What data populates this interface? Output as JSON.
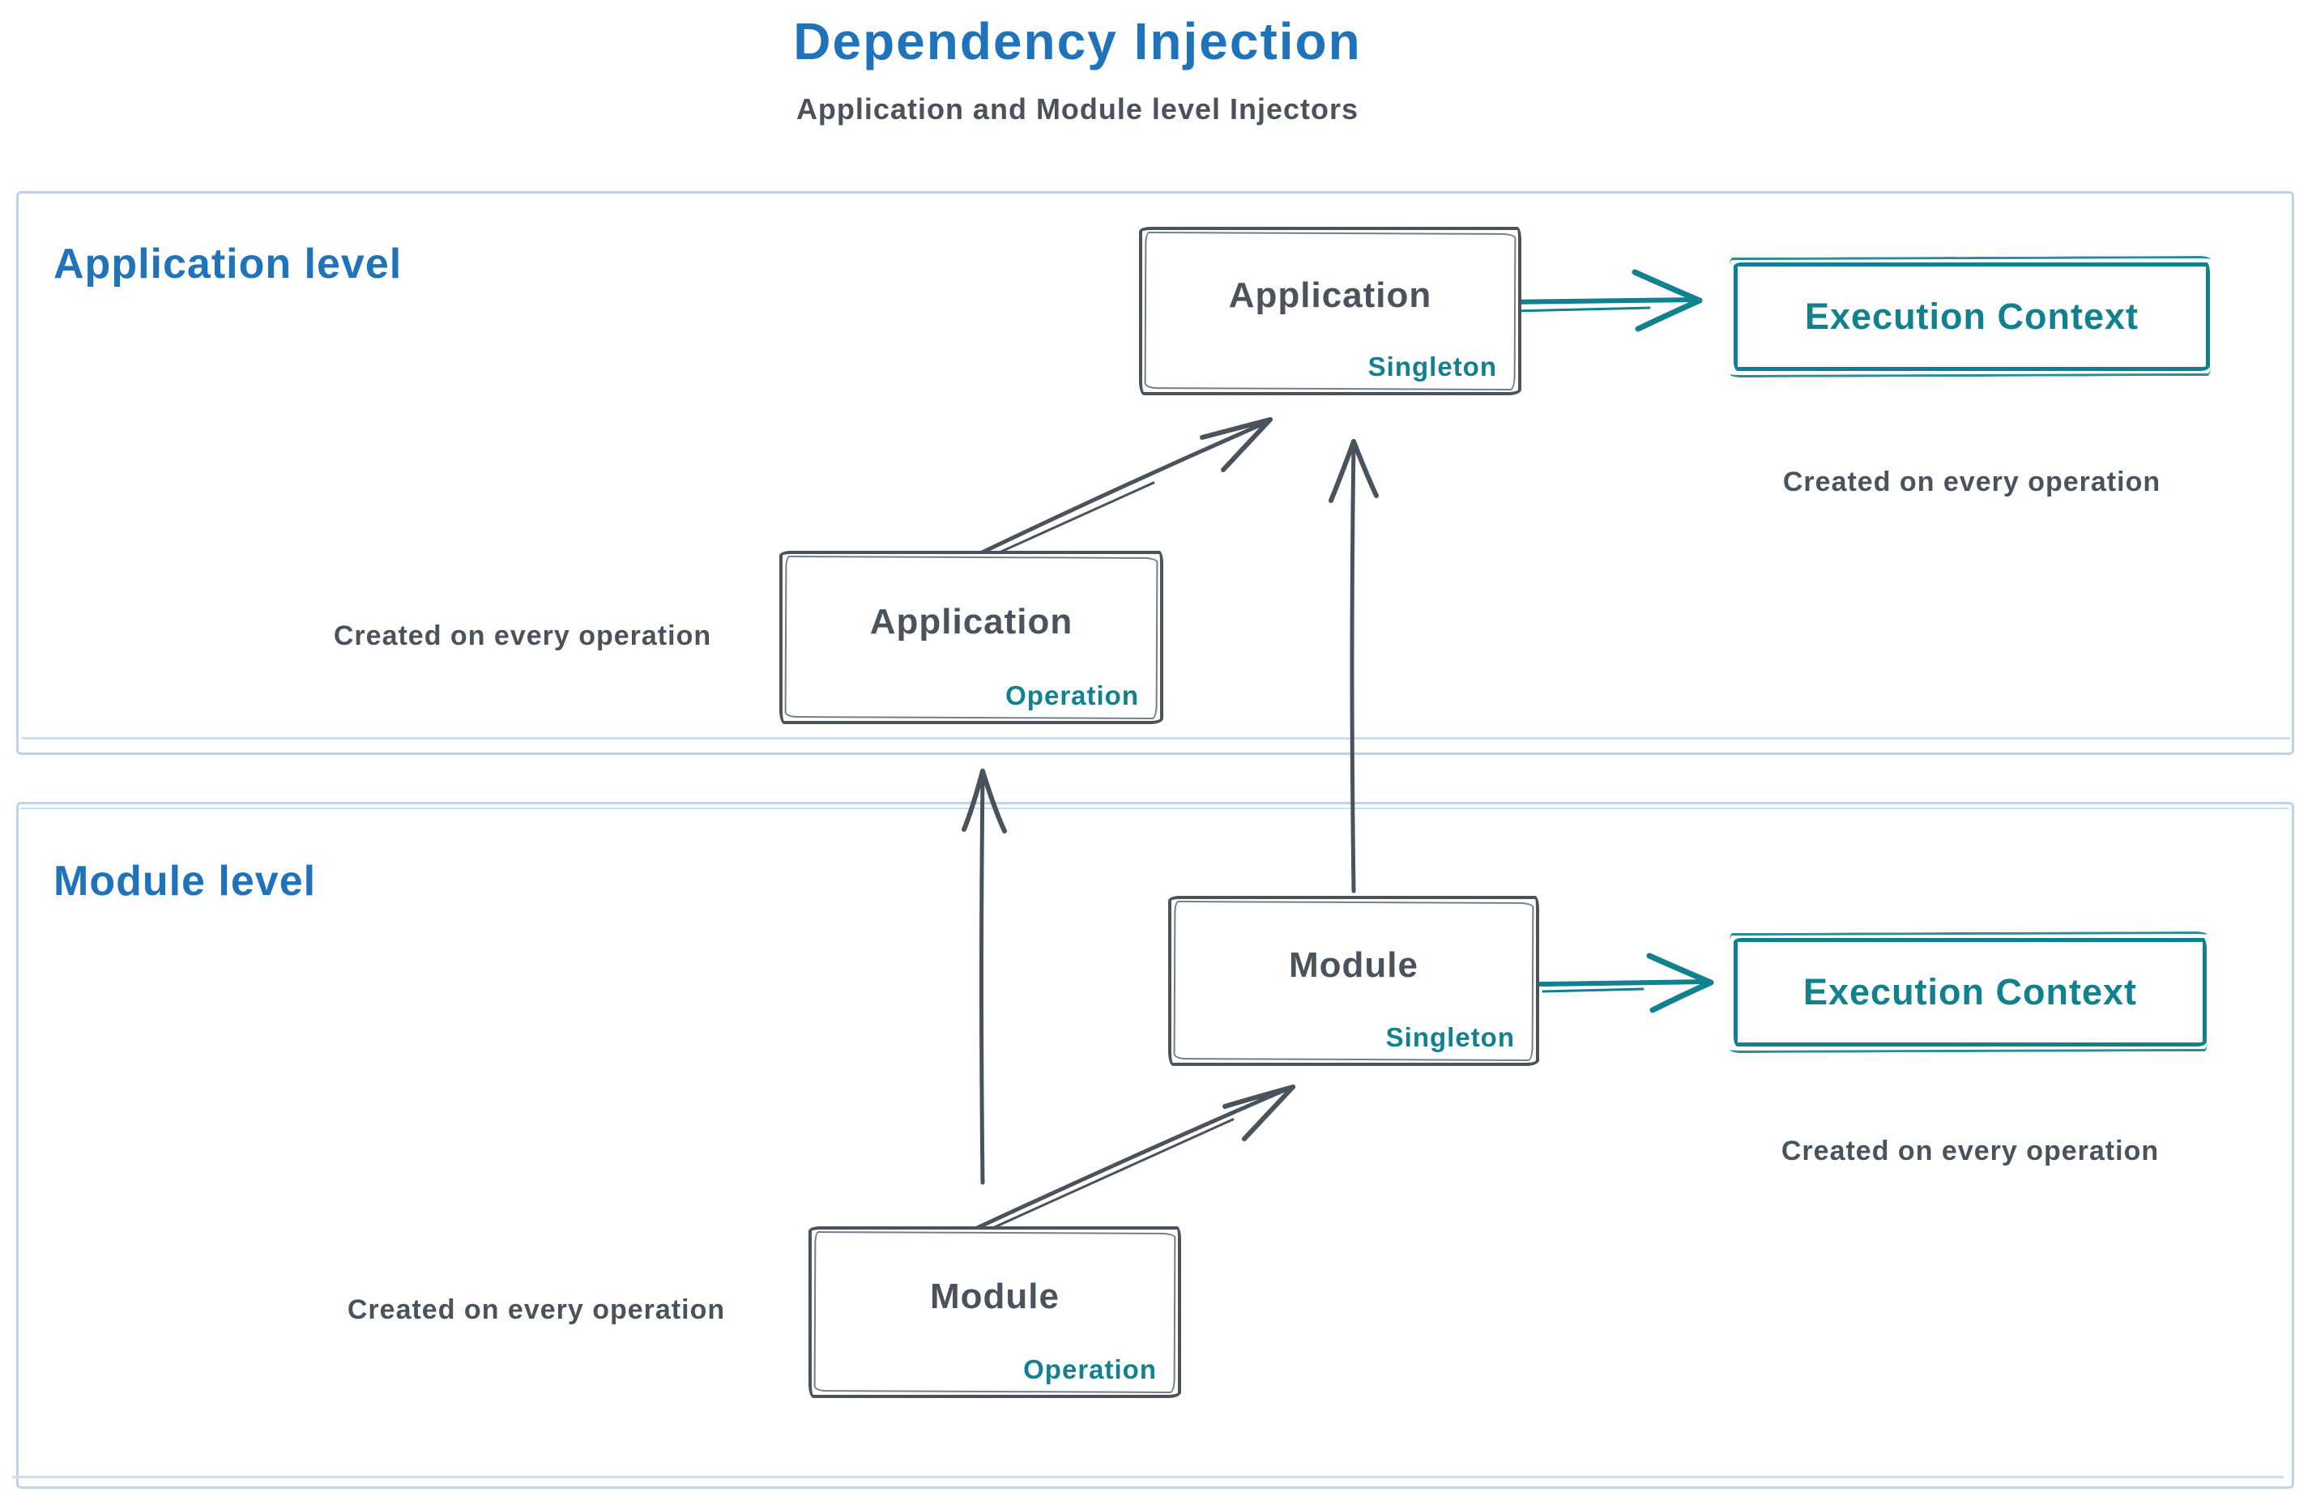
{
  "title": "Dependency Injection",
  "subtitle": "Application and Module level Injectors",
  "colors": {
    "blue": "#1f73ba",
    "dark": "#4a525c",
    "teal": "#11808f",
    "panel_border": "#bfd4ea"
  },
  "application_level": {
    "label": "Application level",
    "singleton_box": {
      "title": "Application",
      "scope": "Singleton"
    },
    "operation_box": {
      "title": "Application",
      "scope": "Operation"
    },
    "operation_caption": "Created on every operation",
    "execution_context": {
      "label": "Execution Context",
      "caption": "Created on every operation"
    }
  },
  "module_level": {
    "label": "Module level",
    "singleton_box": {
      "title": "Module",
      "scope": "Singleton"
    },
    "operation_box": {
      "title": "Module",
      "scope": "Operation"
    },
    "operation_caption": "Created on every operation",
    "execution_context": {
      "label": "Execution Context",
      "caption": "Created on every operation"
    }
  }
}
